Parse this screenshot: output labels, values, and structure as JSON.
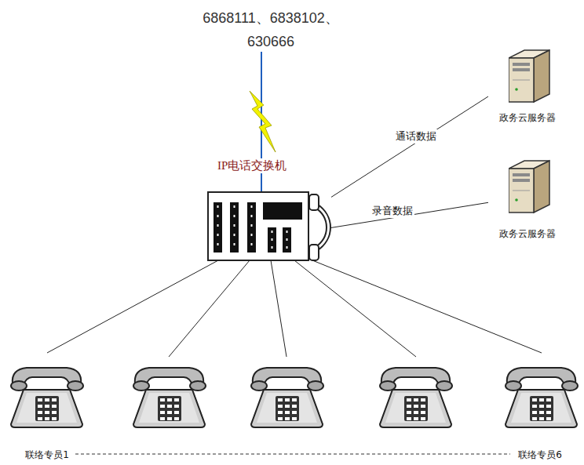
{
  "diagram": {
    "nodes": [
      {
        "text": [
          "政务云服务器"
        ]
      },
      {
        "text": [
          "IP电话交换机"
        ]
      },
      {
        "text": [
          "政务云服务器"
        ]
      },
      {
        "text": [
          "联络专员1"
        ]
      },
      {
        "text": [
          "联络专员6"
        ]
      }
    ],
    "edges": [
      {
        "from": 1,
        "to": 0,
        "label": "通话数据",
        "arrow": "none"
      },
      {
        "from": 1,
        "to": 2,
        "label": "录音数据",
        "arrow": "none"
      },
      {
        "from": 1,
        "to": 3,
        "arrow": "none"
      },
      {
        "from": 1,
        "to": 4,
        "arrow": "none"
      }
    ],
    "labels": [
      "6868111、6838102、 630666"
    ]
  }
}
